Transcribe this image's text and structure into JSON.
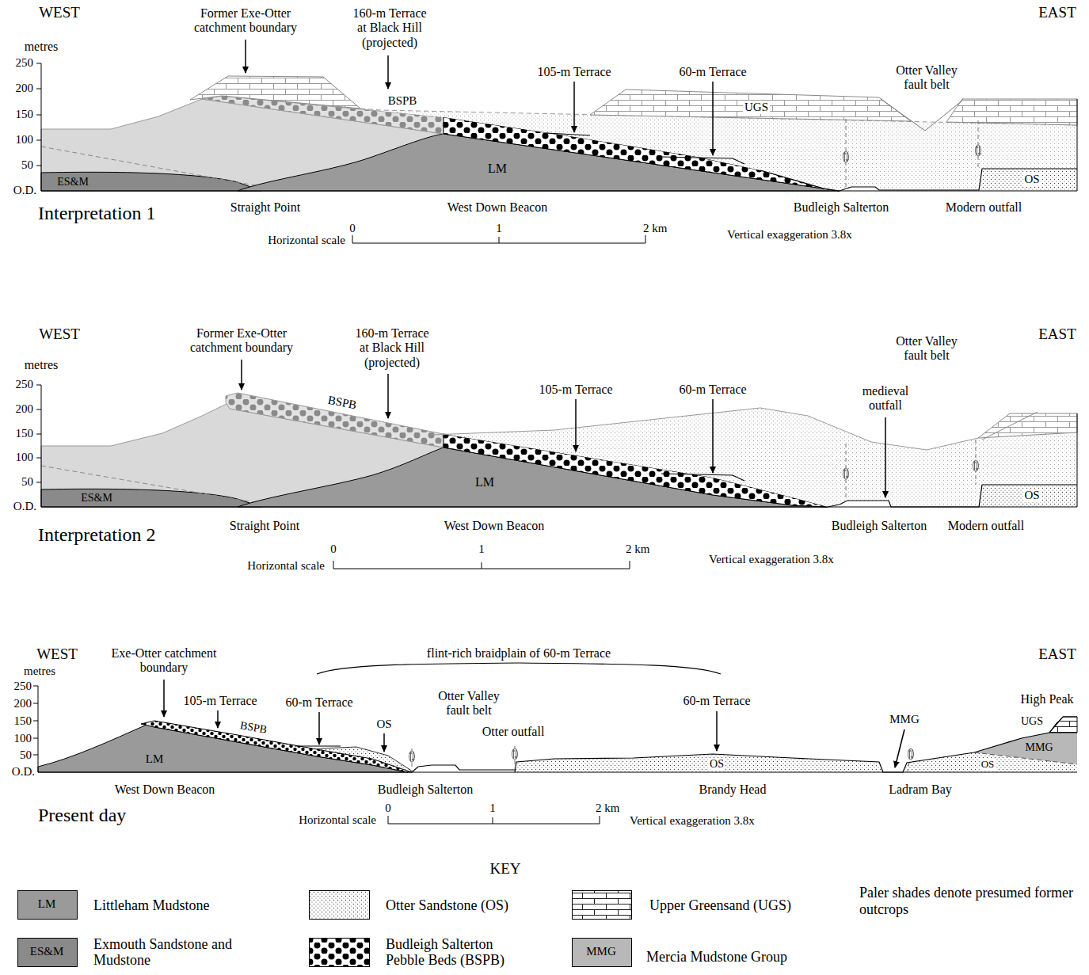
{
  "diagram": {
    "labels": [
      "WEST",
      "EAST",
      "metres",
      "250",
      "200",
      "150",
      "100",
      "50",
      "O.D.",
      "Former Exe-Otter catchment boundary",
      "160-m Terrace at Black Hill (projected)",
      "105-m Terrace",
      "60-m Terrace",
      "Otter Valley fault belt",
      "BSPB",
      "UGS",
      "LM",
      "ES&M",
      "OS",
      "Interpretation 1",
      "Straight Point",
      "West Down Beacon",
      "Budleigh Salterton",
      "Modern outfall",
      "Horizontal scale",
      "0",
      "1",
      "2 km",
      "Vertical exaggeration 3.8x",
      "WEST",
      "EAST",
      "metres",
      "250",
      "200",
      "150",
      "100",
      "50",
      "O.D.",
      "Former Exe-Otter catchment boundary",
      "160-m Terrace at Black Hill (projected)",
      "105-m Terrace",
      "60-m Terrace",
      "Otter Valley fault belt",
      "medieval outfall",
      "BSPB",
      "LM",
      "ES&M",
      "OS",
      "Interpretation 2",
      "Straight Point",
      "West Down Beacon",
      "Budleigh Salterton",
      "Modern outfall",
      "Horizontal scale",
      "0",
      "1",
      "2 km",
      "Vertical exaggeration 3.8x",
      "WEST",
      "EAST",
      "metres",
      "250",
      "200",
      "150",
      "100",
      "50",
      "O.D.",
      "Exe-Otter catchment boundary",
      "105-m Terrace",
      "60-m Terrace",
      "flint-rich braidplain of 60-m Terrace",
      "OS",
      "Otter Valley fault belt",
      "Otter outfall",
      "60-m Terrace",
      "High Peak",
      "UGS",
      "MMG",
      "MMG",
      "BSPB",
      "LM",
      "OS",
      "OS",
      "West Down Beacon",
      "Budleigh Salterton",
      "Brandy Head",
      "Ladram Bay",
      "Present day",
      "Horizontal scale",
      "0",
      "1",
      "2 km",
      "Vertical exaggeration 3.8x",
      "KEY",
      "LM",
      "ES&M",
      "MMG",
      "Paler shades denote presumed former outcrops"
    ],
    "legend": [
      {
        "text": "Littleham Mudstone",
        "color": "#9a9a9a"
      },
      {
        "text": "Exmouth Sandstone and Mudstone",
        "color": "#8a8a8a"
      },
      {
        "text": "Otter Sandstone (OS)"
      },
      {
        "text": "Budleigh Salterton Pebble Beds (BSPB)"
      },
      {
        "text": "Upper Greensand (UGS)"
      },
      {
        "text": "Mercia Mudstone Group",
        "color": "#b8b8b8"
      }
    ]
  }
}
